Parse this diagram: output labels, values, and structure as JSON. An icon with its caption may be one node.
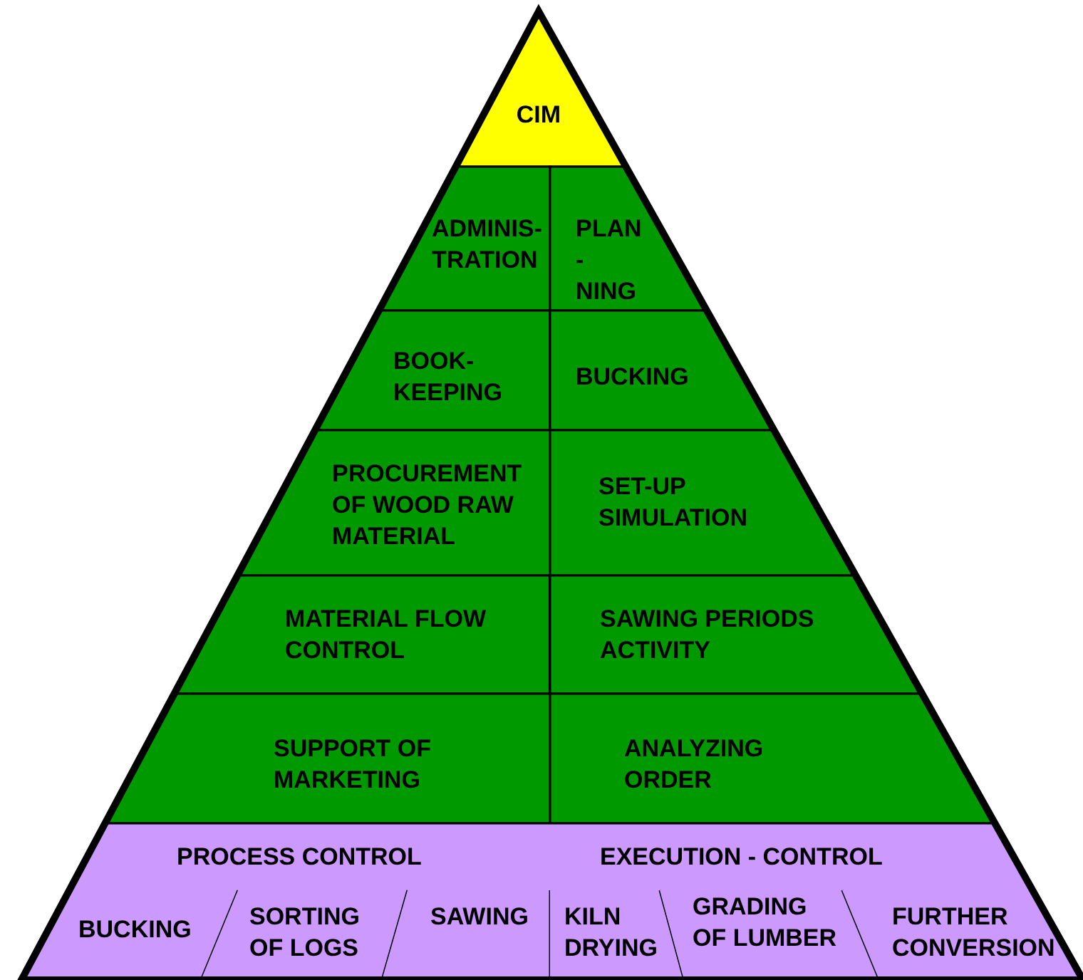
{
  "diagram": {
    "nodes": [
      {
        "text": [
          "CIM"
        ]
      },
      {
        "text": [
          "ADMINIS- TRATION"
        ]
      },
      {
        "text": [
          "PLAN - NING"
        ]
      },
      {
        "text": [
          "BOOK- KEEPING"
        ]
      },
      {
        "text": [
          "BUCKING"
        ]
      },
      {
        "text": [
          "PROCUREMENT OF WOOD RAW MATERIAL"
        ]
      },
      {
        "text": [
          "SET-UP SIMULATION"
        ]
      },
      {
        "text": [
          "MATERIAL FLOW CONTROL"
        ]
      },
      {
        "text": [
          "SAWING PERIODS ACTIVITY"
        ]
      },
      {
        "text": [
          "SUPPORT OF MARKETING"
        ]
      },
      {
        "text": [
          "ANALYZING ORDER"
        ]
      },
      {
        "text": [
          "PROCESS CONTROL",
          "EXECUTION - CONTROL"
        ]
      },
      {
        "text": [
          "BUCKING"
        ],
        "in": 11
      },
      {
        "text": [
          "SORTING OF LOGS"
        ],
        "in": 11
      },
      {
        "text": [
          "SAWING"
        ],
        "in": 11
      },
      {
        "text": [
          "KILN DRYING"
        ],
        "in": 11
      },
      {
        "text": [
          "GRADING OF LUMBER"
        ],
        "in": 11
      },
      {
        "text": [
          "FURTHER CONVERSION"
        ],
        "in": 11
      }
    ],
    "edges": []
  }
}
